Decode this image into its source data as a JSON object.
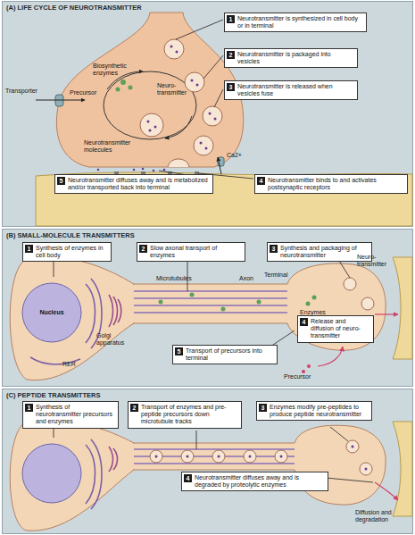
{
  "diagram": {
    "nodes": [
      {
        "text": [
          "(A) LIFE CYCLE OF NEUROTRANSMITTER"
        ]
      },
      {
        "text": [
          "1",
          "Neurotransmitter is synthesized in cell body or in terminal"
        ],
        "in": 0
      },
      {
        "text": [
          "2",
          "Neurotransmitter is packaged into vesicles"
        ],
        "in": 0
      },
      {
        "text": [
          "3",
          "Neurotransmitter is released when vesicles fuse"
        ],
        "in": 0
      },
      {
        "text": [
          "4",
          "Neurotransmitter binds to and activates postsynaptic receptors"
        ],
        "in": 0
      },
      {
        "text": [
          "5",
          "Neurotransmitter diffuses away and is metabolized and/or transported back into terminal"
        ],
        "in": 0
      },
      {
        "text": [
          "(B) SMALL-MOLECULE TRANSMITTERS"
        ]
      },
      {
        "text": [
          "1",
          "Synthesis of enzymes in cell body"
        ],
        "in": 6
      },
      {
        "text": [
          "2",
          "Slow axonal transport of enzymes"
        ],
        "in": 6
      },
      {
        "text": [
          "3",
          "Synthesis and packaging of neurotransmitter"
        ],
        "in": 6
      },
      {
        "text": [
          "4",
          "Release and diffusion of neuro-transmitter"
        ],
        "in": 6
      },
      {
        "text": [
          "5",
          "Transport of precursors into terminal"
        ],
        "in": 6
      },
      {
        "text": [
          "(C) PEPTIDE TRANSMITTERS"
        ]
      },
      {
        "text": [
          "1",
          "Synthesis of neurotransmitter precursors and enzymes"
        ],
        "in": 12
      },
      {
        "text": [
          "2",
          "Transport of enzymes and pre-peptide precursors down microtubule tracks"
        ],
        "in": 12
      },
      {
        "text": [
          "3",
          "Enzymes modify pre-peptides to produce peptide neurotransmitter"
        ],
        "in": 12
      },
      {
        "text": [
          "4",
          "Neurotransmitter diffuses away and is degraded by proteolytic enzymes"
        ],
        "in": 12
      }
    ],
    "labels": [
      "Transporter",
      "Precursor",
      "Biosynthetic enzymes",
      "Neuro-transmitter",
      "Neurotransmitter molecules",
      "Ca2+",
      "Nucleus",
      "RER",
      "Golgi apparatus",
      "Microtubules",
      "Axon",
      "Terminal",
      "Enzymes",
      "Neuro-transmitter",
      "Precursor",
      "Diffusion and degradation"
    ]
  }
}
